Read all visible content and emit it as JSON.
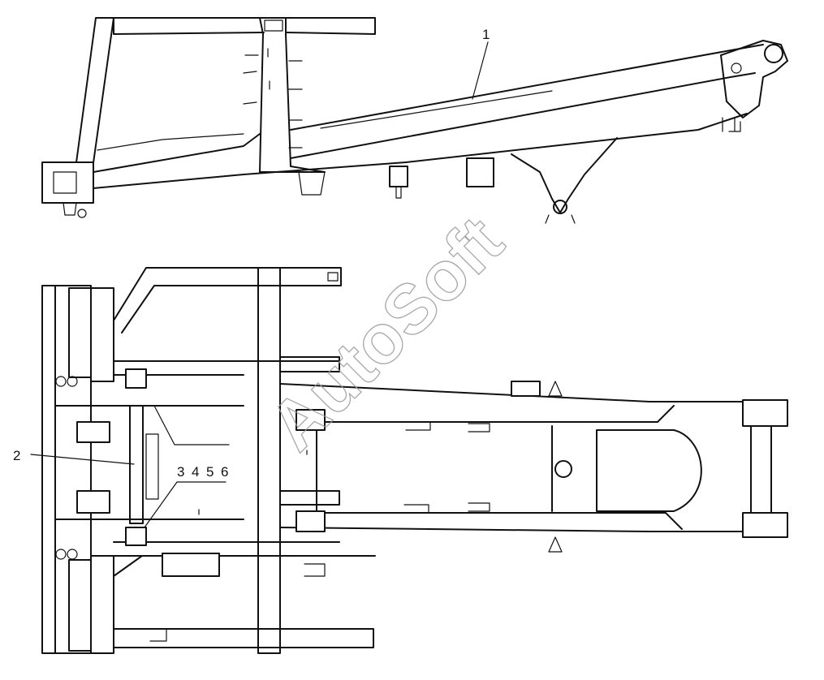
{
  "callouts": {
    "c1": "1",
    "c2": "2",
    "c3": "3",
    "c4": "4",
    "c5": "5",
    "c6": "6"
  },
  "watermark": "AutoSoft",
  "colors": {
    "line": "#111111",
    "background": "#ffffff",
    "watermark": "#9a9a9a"
  }
}
